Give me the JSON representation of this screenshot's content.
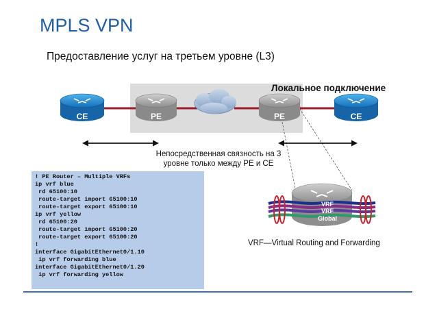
{
  "title": "MPLS VPN",
  "subtitle": "Предоставление услуг на третьем уровне (L3)",
  "local_label": "Локальное подключение",
  "routers": {
    "ce_left": "CE",
    "pe_left": "PE",
    "pe_right": "PE",
    "ce_right": "CE"
  },
  "connectivity_note": "Непосредственная связность на 3 уровне только между PE и CE",
  "vrf_labels": [
    "VRF",
    "VRF",
    "Global"
  ],
  "vrf_caption": "VRF—Virtual Routing and Forwarding",
  "config_lines": [
    "! PE Router – Multiple VRFs",
    "ip vrf blue",
    " rd 65100:10",
    " route-target import 65100:10",
    " route-target export 65100:10",
    "ip vrf yellow",
    " rd 65100:20",
    " route-target import 65100:20",
    " route-target export 65100:20",
    "!",
    "interface GigabitEthernet0/1.10",
    " ip vrf forwarding blue",
    "interface GigabitEthernet0/1.20",
    " ip vrf forwarding yellow"
  ],
  "colors": {
    "title": "#1f5fa6",
    "ce_router": "#1e8fd6",
    "pe_router": "#a7a7a7",
    "link": "#9b1b2a",
    "provider_area": "#dcdcdc",
    "config_bg": "#b7cce8"
  }
}
